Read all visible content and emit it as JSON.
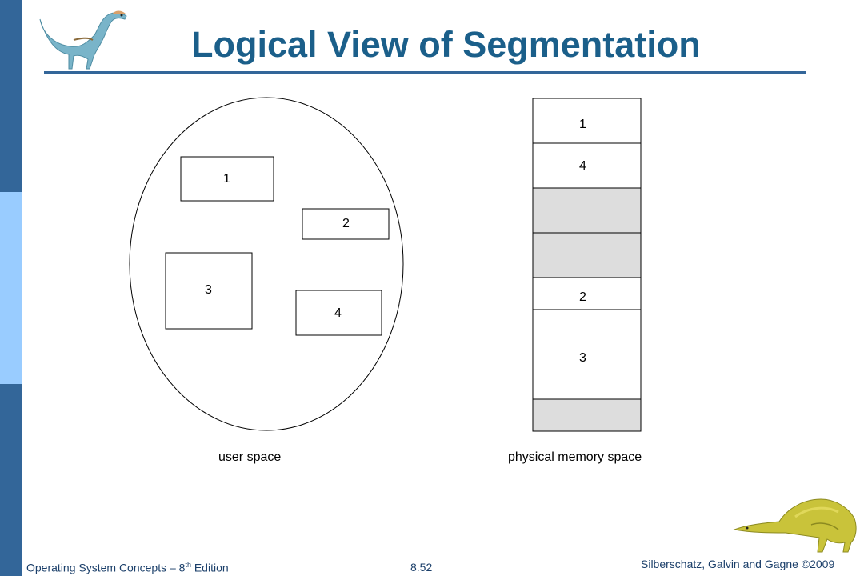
{
  "slide": {
    "title": "Logical View of Segmentation"
  },
  "user_space": {
    "label": "user space",
    "segments": [
      "1",
      "2",
      "3",
      "4"
    ]
  },
  "physical_memory": {
    "label": "physical memory space",
    "blocks": [
      {
        "label": "1",
        "state": "allocated"
      },
      {
        "label": "4",
        "state": "allocated"
      },
      {
        "label": "",
        "state": "free"
      },
      {
        "label": "",
        "state": "free"
      },
      {
        "label": "2",
        "state": "allocated"
      },
      {
        "label": "3",
        "state": "allocated"
      },
      {
        "label": "",
        "state": "free"
      }
    ]
  },
  "footer": {
    "book": "Operating System Concepts – 8",
    "book_sup": "th",
    "book_tail": " Edition",
    "page": "8.52",
    "copyright": "Silberschatz, Galvin and Gagne ©2009"
  },
  "colors": {
    "sidebar": "#336699",
    "sidebar_highlight": "#99ccff",
    "title": "#1b5f8a",
    "free_block": "#dddddd"
  }
}
